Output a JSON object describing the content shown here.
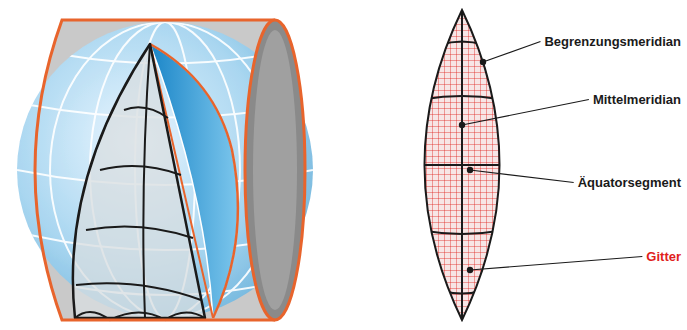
{
  "diagram": {
    "labels": [
      "Begrenzungsmeridian",
      "Mittelmeridian",
      "Äquatorsegment",
      "Gitter"
    ]
  }
}
